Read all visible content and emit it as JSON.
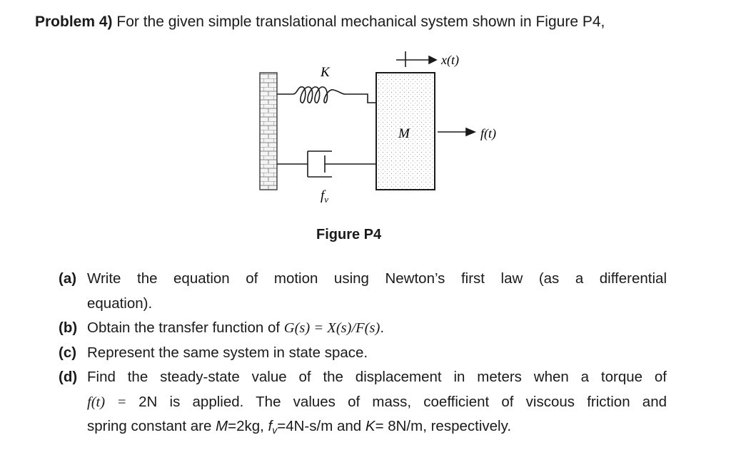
{
  "problem": {
    "label": "Problem 4)",
    "intro": "For the given simple translational mechanical system shown in Figure P4,"
  },
  "figure": {
    "spring_label": "K",
    "damper_label": "f",
    "damper_subscript": "v",
    "mass_label": "M",
    "displacement_label": "x(t)",
    "force_label": "f(t)",
    "caption": "Figure P4"
  },
  "parts": [
    {
      "label": "(a)",
      "line1": "Write the equation of motion using Newton’s first law (as a differential",
      "line2": "equation)."
    },
    {
      "label": "(b)",
      "text": "Obtain the transfer function of",
      "math": "G(s) = X(s)/F(s)",
      "end": "."
    },
    {
      "label": "(c)",
      "text": "Represent the same system in state space."
    },
    {
      "label": "(d)",
      "line1": "Find the steady-state value of the displacement in meters when a torque of",
      "line2_math": "f(t) = ",
      "line2_text": "2N is applied. The values of mass, coefficient of viscous friction and",
      "line3": {
        "pre": "spring constant are ",
        "m_sym": "M",
        "m_val": "=2kg, ",
        "f_sym": "f",
        "f_sub": "v",
        "f_val": "=4N-s/m and ",
        "k_sym": "K",
        "k_val": "= 8N/m, respectively."
      }
    }
  ]
}
